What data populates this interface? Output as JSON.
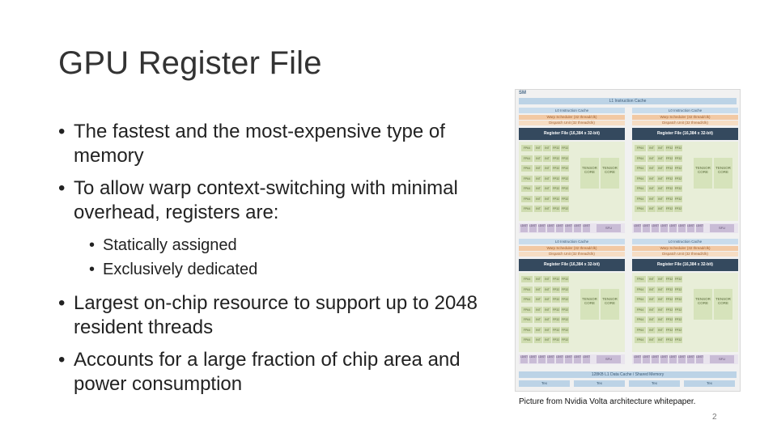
{
  "slide": {
    "title": "GPU Register File",
    "bullet_char": "•",
    "bullets": [
      "The fastest and the most-expensive type of memory",
      "To allow warp context-switching with minimal overhead, registers are:"
    ],
    "sub_bullets": [
      "Statically assigned",
      "Exclusively dedicated"
    ],
    "bullets_after": [
      "Largest on-chip resource to support up to 2048 resident threads",
      "Accounts for a large fraction of chip area and power consumption"
    ],
    "caption": "Picture from Nvidia Volta architecture whitepaper.",
    "page_number": "2"
  },
  "figure": {
    "sm_label": "SM",
    "icache": "L1 Instruction Cache",
    "l0": "L0 Instruction Cache",
    "warp_scheduler": "Warp Scheduler (32 thread/clk)",
    "dispatch": "Dispatch Unit (32 thread/clk)",
    "register_file": "Register File (16,384 x 32-bit)",
    "fp64": "FP64",
    "int": "INT",
    "fp32": "FP32",
    "tensor": "TENSOR CORE",
    "ldst": "LD/ST",
    "sfu": "SFU",
    "l1": "128KB L1 Data Cache / Shared Memory",
    "tex": "Tex"
  }
}
